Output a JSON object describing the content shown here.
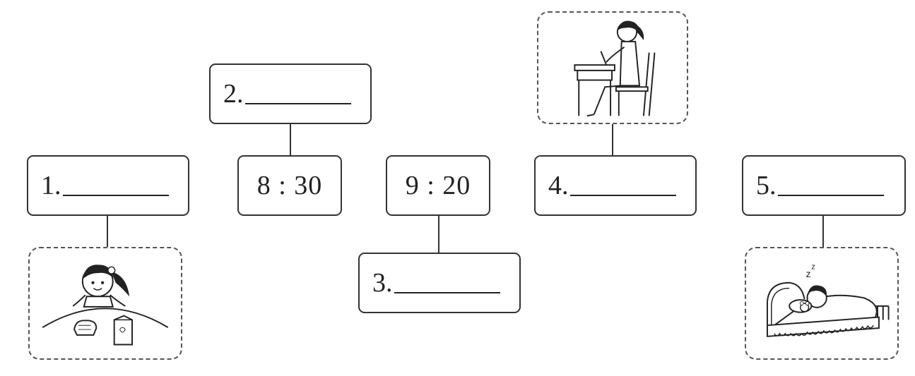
{
  "slots": [
    {
      "label": "1."
    },
    {
      "label": "2."
    },
    {
      "label": "3."
    },
    {
      "label": "4."
    },
    {
      "label": "5."
    }
  ],
  "times": [
    {
      "value": "8 : 30"
    },
    {
      "value": "9 : 20"
    }
  ],
  "pictures": [
    {
      "icon": "girl-breakfast-icon"
    },
    {
      "icon": "girl-studying-desk-icon"
    },
    {
      "icon": "child-sleeping-bed-icon"
    }
  ]
}
